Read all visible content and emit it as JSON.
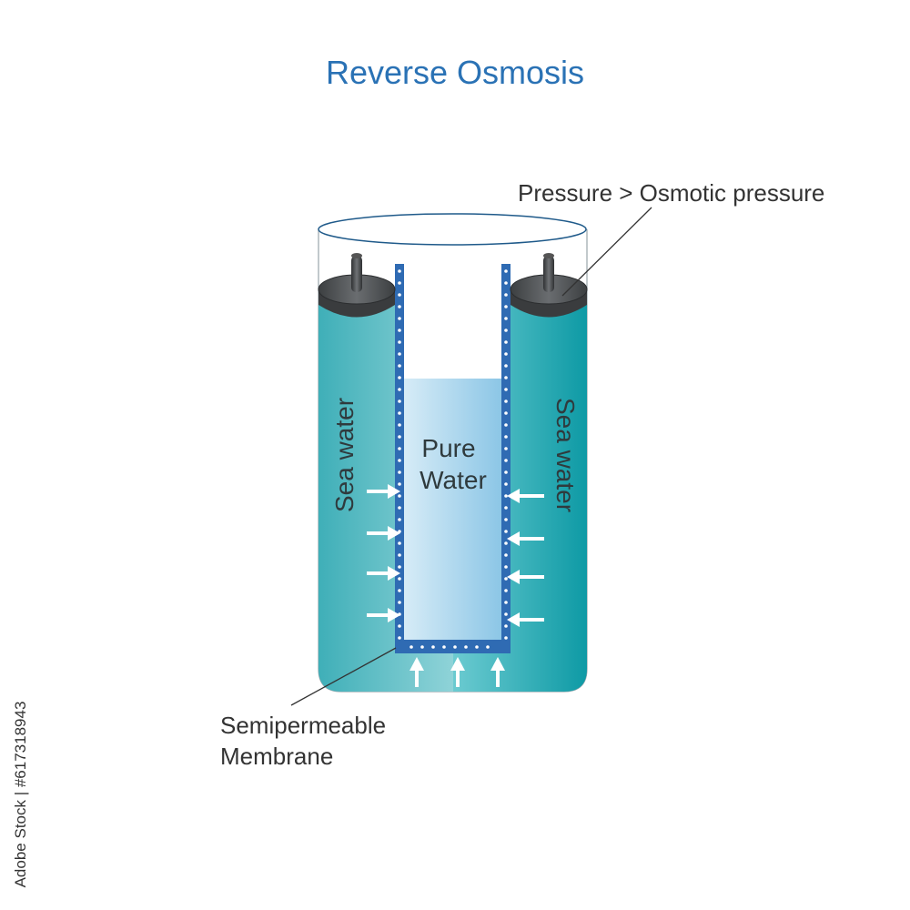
{
  "title": "Reverse Osmosis",
  "labels": {
    "pressure": "Pressure > Osmotic pressure",
    "pure_water_line1": "Pure",
    "pure_water_line2": "Water",
    "sea_water_left": "Sea water",
    "sea_water_right": "Sea water",
    "membrane_line1": "Semipermeable",
    "membrane_line2": "Membrane"
  },
  "watermark": "Adobe Stock | #617318943",
  "colors": {
    "title": "#2a72b5",
    "sea_water_left": "#5bc0c8",
    "sea_water_right": "#1aa3ad",
    "pure_water": "#b4dbef",
    "membrane": "#2f6bb3",
    "piston": "#505355"
  },
  "icons": [
    "piston-icon",
    "pressure-arrow-icon"
  ]
}
